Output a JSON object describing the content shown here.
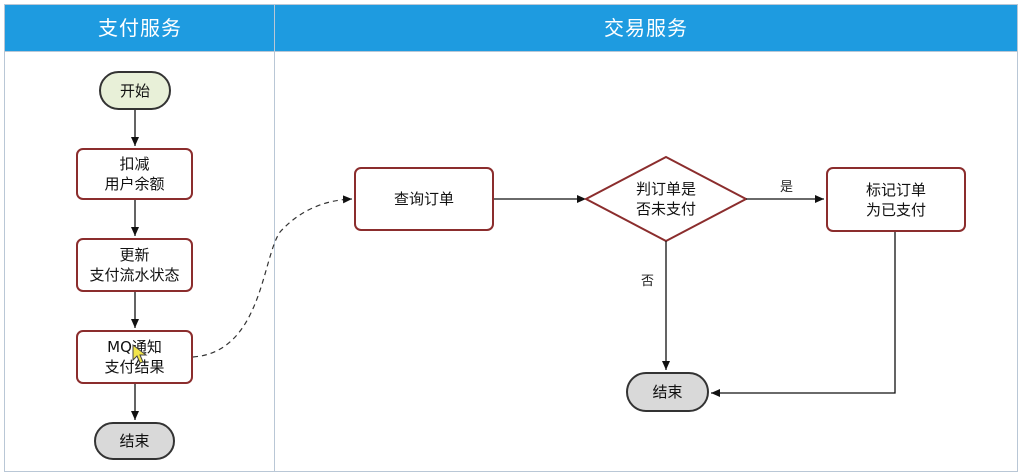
{
  "lanes": {
    "left_title": "支付服务",
    "right_title": "交易服务"
  },
  "nodes": {
    "start": "开始",
    "deduct_line1": "扣减",
    "deduct_line2": "用户余额",
    "update_line1": "更新",
    "update_line2": "支付流水状态",
    "mq_line1": "MQ通知",
    "mq_line2": "支付结果",
    "end_left": "结束",
    "query": "查询订单",
    "decision_line1": "判订单是",
    "decision_line2": "否未支付",
    "mark_line1": "标记订单",
    "mark_line2": "为已支付",
    "end_right": "结束"
  },
  "edges": {
    "yes": "是",
    "no": "否"
  },
  "colors": {
    "header": "#1e9be0",
    "box_border": "#8b2d2d",
    "start_fill": "#e8f0d8",
    "end_fill": "#d9d9d9"
  }
}
